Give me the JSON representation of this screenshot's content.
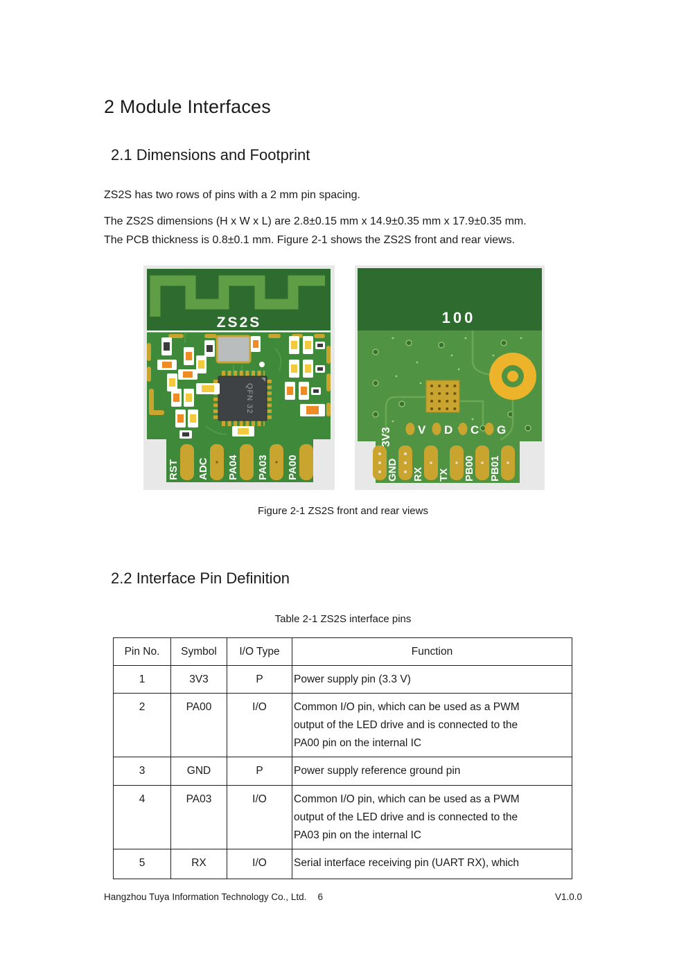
{
  "document": {
    "heading": "2 Module Interfaces",
    "section_21": "2.1 Dimensions and Footprint",
    "para_1": "ZS2S has two rows of pins with a 2 mm pin spacing.",
    "para_2_line1": "The ZS2S dimensions (H x W x L) are 2.8±0.15 mm x 14.9±0.35 mm x 17.9±0.35 mm.",
    "para_2_line2": "The PCB thickness is 0.8±0.1 mm. Figure 2-1 shows the ZS2S front and rear views.",
    "figure_caption": "Figure 2-1 ZS2S front and rear views",
    "section_22": "2.2 Interface Pin Definition",
    "table_caption": "Table 2-1 ZS2S interface pins"
  },
  "figure": {
    "front": {
      "silkscreen_label": "ZS2S",
      "chip_label": "QFN 32",
      "pin_labels": [
        "RST",
        "ADC",
        "PA04",
        "PA03",
        "PA00"
      ]
    },
    "rear": {
      "silkscreen_label": "100",
      "power_label": "3V3",
      "test_point_labels": [
        "V",
        "D",
        "C",
        "G"
      ],
      "pin_labels": [
        "GND",
        "RX",
        "TX",
        "PB00",
        "PB01"
      ]
    }
  },
  "table": {
    "headers": [
      "Pin No.",
      "Symbol",
      "I/O Type",
      "Function"
    ],
    "rows": [
      {
        "pin_no": "1",
        "symbol": "3V3",
        "io_type": "P",
        "function": "Power supply pin (3.3 V)"
      },
      {
        "pin_no": "2",
        "symbol": "PA00",
        "io_type": "I/O",
        "function": "Common I/O pin, which can be used as a PWM output of the LED drive and is connected to the PA00 pin on the internal IC"
      },
      {
        "pin_no": "3",
        "symbol": "GND",
        "io_type": "P",
        "function": "Power supply reference ground pin"
      },
      {
        "pin_no": "4",
        "symbol": "PA03",
        "io_type": "I/O",
        "function": "Common I/O pin, which can be used as a PWM output of the LED drive and is connected to the PA03 pin on the internal IC"
      },
      {
        "pin_no": "5",
        "symbol": "RX",
        "io_type": "I/O",
        "function": "Serial interface receiving pin (UART RX), which"
      }
    ]
  },
  "footer": {
    "company": "Hangzhou Tuya Information Technology Co., Ltd.",
    "page_number": "6",
    "version": "V1.0.0"
  },
  "colors": {
    "board_green": "#3e8a3a",
    "board_green_light": "#4f9343",
    "antenna_dark_green": "#2e6b2f",
    "antenna_trace_green": "#5f9e44",
    "pad_gold": "#c9a42f",
    "donut_gold": "#edb32a",
    "component_orange": "#ef8b25",
    "component_yellow": "#f3c93f",
    "chip_gray": "#3f4245",
    "silkscreen_white": "#ffffff"
  }
}
